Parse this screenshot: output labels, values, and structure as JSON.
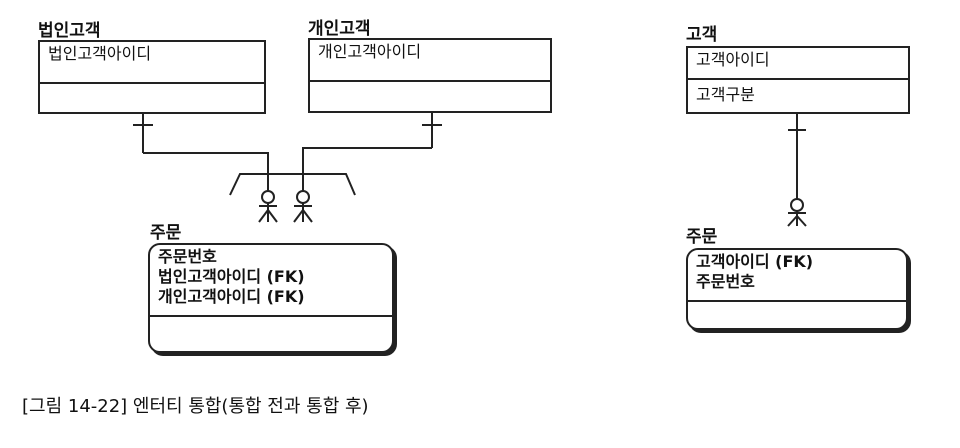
{
  "entities": {
    "corporate_customer": {
      "name": "법인고객",
      "attributes": [
        "법인고객아이디"
      ]
    },
    "individual_customer": {
      "name": "개인고객",
      "attributes": [
        "개인고객아이디"
      ]
    },
    "order_before": {
      "name": "주문",
      "key_attributes": [
        "주문번호"
      ],
      "attributes": [
        "법인고객아이디 (FK)",
        "개인고객아이디 (FK)"
      ]
    },
    "customer": {
      "name": "고객",
      "key_attributes": [
        "고객아이디"
      ],
      "attributes": [
        "고객구분"
      ]
    },
    "order_after": {
      "name": "주문",
      "key_attributes": [
        "고객아이디 (FK)",
        "주문번호"
      ]
    }
  },
  "caption": "[그림 14-22] 엔터티 통합(통합 전과 통합 후)"
}
